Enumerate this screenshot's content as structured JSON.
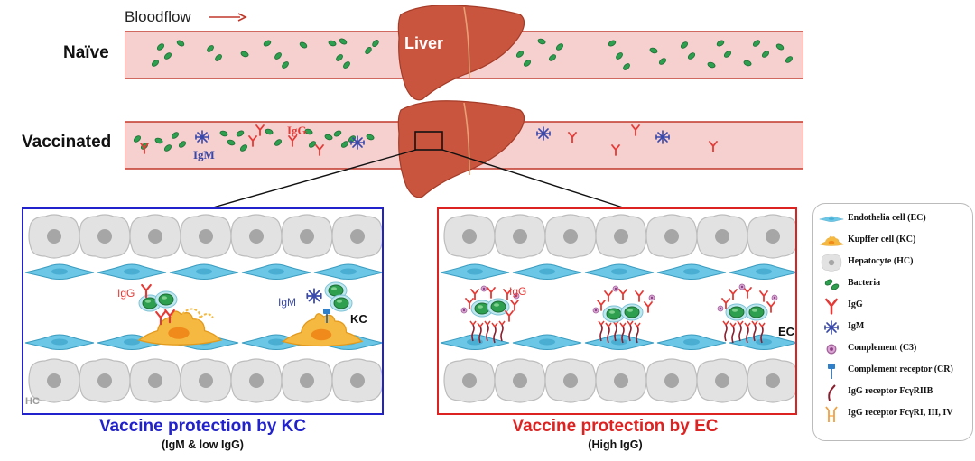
{
  "flow": {
    "bloodflow_label": "Bloodflow",
    "naive_label": "Naïve",
    "vaccinated_label": "Vaccinated",
    "liver_label": "Liver",
    "igg_label": "IgG",
    "igm_label": "IgM"
  },
  "kc_panel": {
    "igg_label": "IgG",
    "igm_label": "IgM",
    "kc_label": "KC",
    "hc_label": "HC",
    "caption": "Vaccine protection by KC",
    "subcaption": "(IgM & low IgG)"
  },
  "ec_panel": {
    "igg_label": "IgG",
    "ec_label": "EC",
    "caption": "Vaccine protection by EC",
    "subcaption": "(High IgG)"
  },
  "legend": {
    "items": [
      {
        "label": "Endothelia cell (EC)",
        "icon": "endothelial-cell-icon"
      },
      {
        "label": "Kupffer cell (KC)",
        "icon": "kupffer-cell-icon"
      },
      {
        "label": "Hepatocyte (HC)",
        "icon": "hepatocyte-icon"
      },
      {
        "label": "Bacteria",
        "icon": "bacteria-icon"
      },
      {
        "label": "IgG",
        "icon": "igg-icon"
      },
      {
        "label": "IgM",
        "icon": "igm-icon"
      },
      {
        "label": "Complement (C3)",
        "icon": "complement-icon"
      },
      {
        "label": "Complement receptor (CR)",
        "icon": "complement-receptor-icon"
      },
      {
        "label": "IgG receptor FcγRIIB",
        "icon": "fcgriib-icon"
      },
      {
        "label": "IgG receptor FcγRI, III, IV",
        "icon": "fcgr-activating-icon"
      }
    ]
  },
  "colors": {
    "vessel_fill": "#f6cfcf",
    "vessel_border": "#c0392b",
    "liver": "#c9553e",
    "bacteria": "#2e9e4f",
    "igg": "#e53935",
    "igm": "#3949ab",
    "kc_frame": "#2222cc",
    "ec_frame": "#dd2222",
    "endothelial": "#6cc7e6",
    "kupffer": "#f5b942"
  }
}
